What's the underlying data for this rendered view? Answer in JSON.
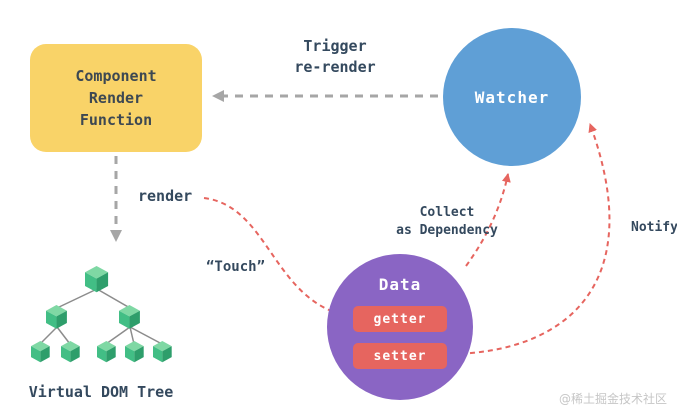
{
  "diagram": {
    "component_box": {
      "lines": [
        "Component",
        "Render",
        "Function"
      ]
    },
    "watcher_circle": {
      "label": "Watcher"
    },
    "data_circle": {
      "label": "Data",
      "getter_label": "getter",
      "setter_label": "setter"
    },
    "vdom_label": "Virtual DOM Tree",
    "labels": {
      "trigger_line1": "Trigger",
      "trigger_line2": "re-render",
      "render": "render",
      "touch": "“Touch”",
      "collect_line1": "Collect",
      "collect_line2": "as Dependency",
      "notify": "Notify"
    },
    "colors": {
      "component_box_bg": "#F9D368",
      "watcher_bg": "#5F9FD6",
      "data_bg": "#8A65C4",
      "pill_bg": "#E6655F",
      "label_text": "#34495E",
      "arrow_gray": "#A6A6A6",
      "arrow_red": "#E6655F",
      "cube_green_top": "#7FD8A4",
      "cube_green_left": "#42BE85",
      "cube_green_right": "#2E9E6B"
    }
  },
  "watermark": "@稀土掘金技术社区"
}
